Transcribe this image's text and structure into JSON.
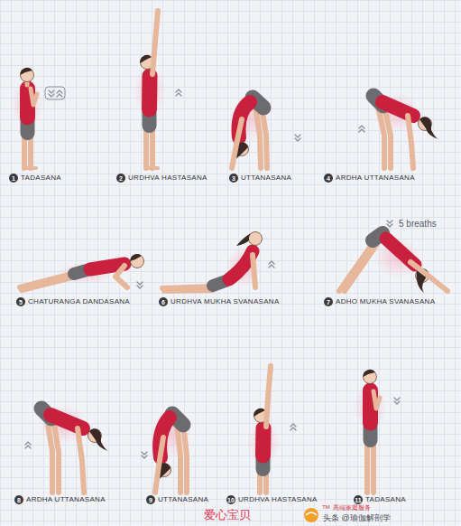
{
  "diagram": {
    "nodes": [
      {
        "text": [
          "1",
          "TADASANA"
        ]
      },
      {
        "text": [
          "2",
          "URDHVA HASTASANA"
        ]
      },
      {
        "text": [
          "3",
          "UTTANASANA"
        ]
      },
      {
        "text": [
          "4",
          "ARDHA UTTANASANA"
        ]
      },
      {
        "text": [
          "5",
          "CHATURANGA DANDASANA"
        ]
      },
      {
        "text": [
          "6",
          "URDHVA MUKHA SVANASANA"
        ]
      },
      {
        "text": [
          "7",
          "ADHO MUKHA SVANASANA"
        ]
      },
      {
        "text": [
          "8",
          "ARDHA UTTANASANA"
        ]
      },
      {
        "text": [
          "9",
          "UTTANASANA"
        ]
      },
      {
        "text": [
          "10",
          "URDHVA HASTASANA"
        ]
      },
      {
        "text": [
          "11",
          "TADASANA"
        ]
      }
    ],
    "labels": [
      "5 breaths",
      "爱心宝贝",
      "TM",
      "高端家庭服务",
      "头条 @瑜伽解剖学"
    ]
  }
}
